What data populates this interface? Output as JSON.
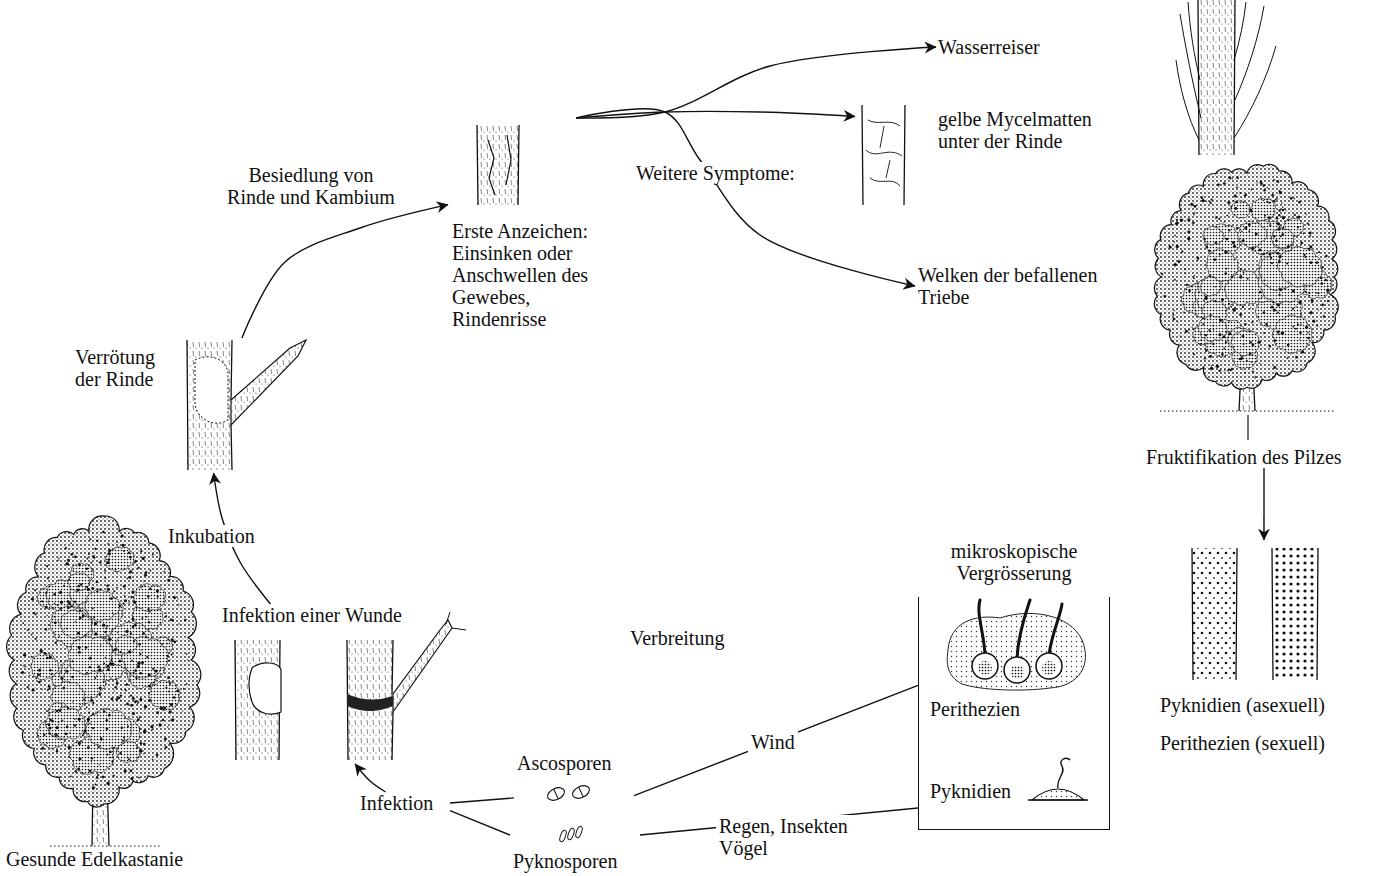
{
  "diagram": {
    "nodes": [
      {
        "text": [
          "Gesunde Edelkastanie"
        ]
      },
      {
        "text": [
          "Infektion einer Wunde"
        ]
      },
      {
        "text": [
          "Verrötung der Rinde"
        ]
      },
      {
        "text": [
          "Erste Anzeichen: Einsinken oder Anschwellen des Gewebes, Rindenrisse"
        ]
      },
      {
        "text": [
          "Wasserreiser"
        ]
      },
      {
        "text": [
          "gelbe Mycelmatten unter der Rinde"
        ]
      },
      {
        "text": [
          "Welken der befallenen Triebe"
        ]
      },
      {
        "text": [
          "Fruktifikation des Pilzes"
        ]
      },
      {
        "text": [
          "Pyknidien (asexuell)",
          "Perithezien (sexuell)"
        ]
      },
      {
        "text": [
          "mikroskopische Vergrösserung"
        ]
      },
      {
        "text": [
          "Perithezien"
        ],
        "in": 9
      },
      {
        "text": [
          "Pyknidien"
        ],
        "in": 9
      },
      {
        "text": [
          "Ascosporen"
        ]
      },
      {
        "text": [
          "Pyknosporen"
        ]
      },
      {
        "text": [
          "Infektion"
        ]
      }
    ],
    "edges": [
      {
        "from": 14,
        "to": 1,
        "arrow": "to"
      },
      {
        "from": 1,
        "to": 2,
        "label": "Inkubation",
        "arrow": "to"
      },
      {
        "from": 2,
        "to": 3,
        "label": "Besiedlung von Rinde und Kambium",
        "arrow": "to"
      },
      {
        "from": 3,
        "to": 4,
        "arrow": "to"
      },
      {
        "from": 3,
        "to": 5,
        "label": "Weitere Symptome:",
        "arrow": "to"
      },
      {
        "from": 3,
        "to": 6,
        "arrow": "to"
      },
      {
        "from": 7,
        "to": 8,
        "arrow": "to"
      },
      {
        "from": 10,
        "to": 12,
        "label": "Wind",
        "arrow": "none"
      },
      {
        "from": 12,
        "to": 14,
        "arrow": "none"
      },
      {
        "from": 11,
        "to": 13,
        "label": "Regen, Insekten Vögel",
        "arrow": "none"
      },
      {
        "from": 13,
        "to": 14,
        "arrow": "none"
      }
    ],
    "labels": [
      "Verbreitung"
    ]
  }
}
